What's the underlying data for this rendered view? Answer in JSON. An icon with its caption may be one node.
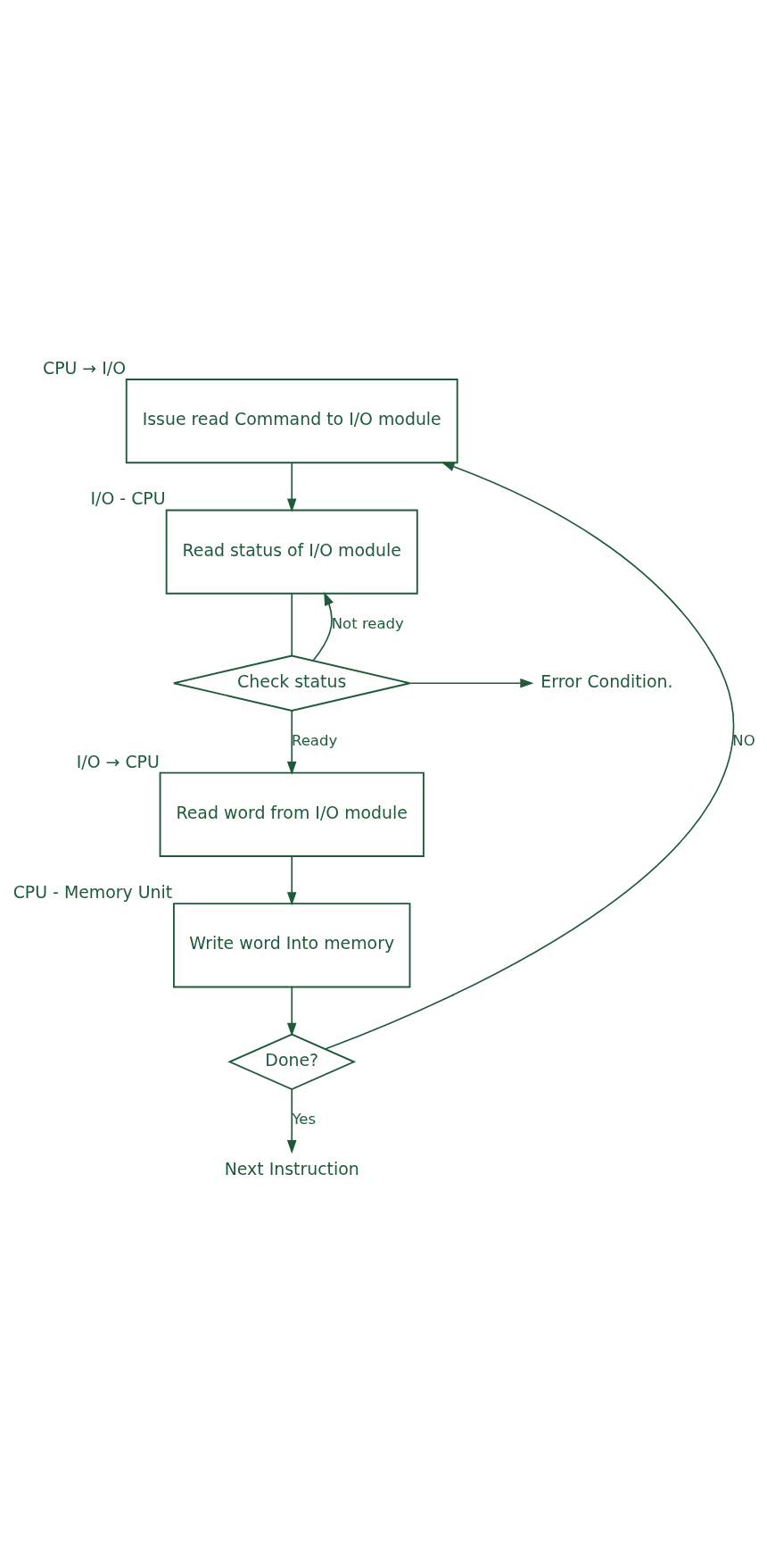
{
  "diagram": {
    "nodes": [
      {
        "text": [
          "Issue read Command to I/O module"
        ],
        "beside": [
          "CPU → I/O"
        ]
      },
      {
        "text": [
          "Read status of I/O module"
        ],
        "beside": [
          "I/O - CPU"
        ]
      },
      {
        "text": [
          "Check status"
        ]
      },
      {
        "text": [
          "Error Condition."
        ]
      },
      {
        "text": [
          "Read word from I/O module"
        ],
        "beside": [
          "I/O → CPU"
        ]
      },
      {
        "text": [
          "Write word Into memory"
        ],
        "beside": [
          "CPU - Memory Unit"
        ]
      },
      {
        "text": [
          "Done?"
        ]
      },
      {
        "text": [
          "Next Instruction"
        ]
      }
    ],
    "edges": [
      {
        "from": 0,
        "to": 1,
        "arrow": "to"
      },
      {
        "from": 1,
        "to": 2,
        "arrow": "none"
      },
      {
        "from": 2,
        "to": 1,
        "arrow": "to",
        "label": "Not ready"
      },
      {
        "from": 2,
        "to": 3,
        "arrow": "to"
      },
      {
        "from": 2,
        "to": 4,
        "arrow": "to",
        "label": "Ready"
      },
      {
        "from": 4,
        "to": 5,
        "arrow": "to"
      },
      {
        "from": 5,
        "to": 6,
        "arrow": "to"
      },
      {
        "from": 6,
        "to": 0,
        "arrow": "to",
        "label": "NO"
      },
      {
        "from": 6,
        "to": 7,
        "arrow": "to",
        "label": "Yes"
      }
    ]
  }
}
